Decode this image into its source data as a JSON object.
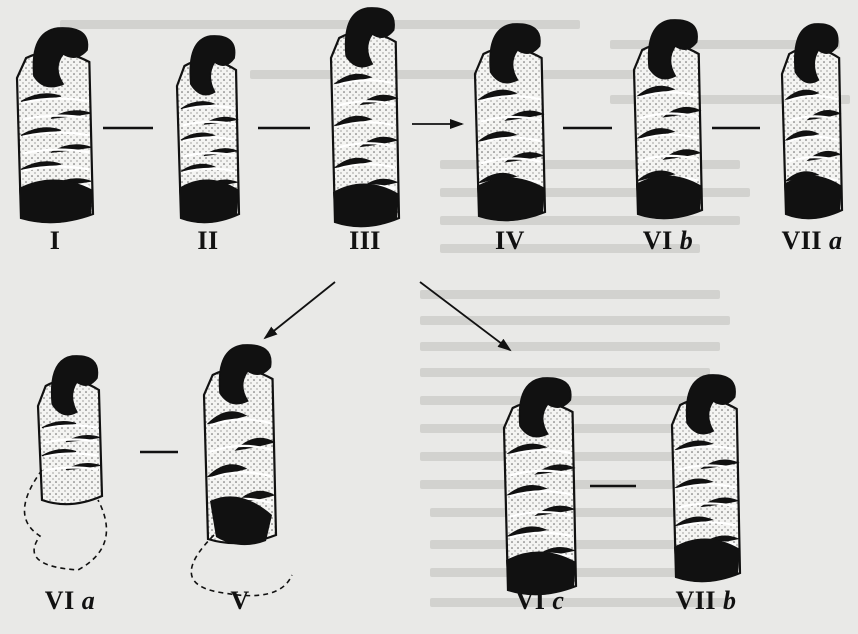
{
  "diagram": {
    "nodes": [
      {
        "id": "I",
        "numeral": "I",
        "suffix": ""
      },
      {
        "id": "II",
        "numeral": "II",
        "suffix": ""
      },
      {
        "id": "III",
        "numeral": "III",
        "suffix": ""
      },
      {
        "id": "IV",
        "numeral": "IV",
        "suffix": ""
      },
      {
        "id": "VIb",
        "numeral": "VI",
        "suffix": "b"
      },
      {
        "id": "VIIa",
        "numeral": "VII",
        "suffix": "a"
      },
      {
        "id": "VIa",
        "numeral": "VI",
        "suffix": "a"
      },
      {
        "id": "V",
        "numeral": "V",
        "suffix": ""
      },
      {
        "id": "VIc",
        "numeral": "VI",
        "suffix": "c"
      },
      {
        "id": "VIIb",
        "numeral": "VII",
        "suffix": "b"
      }
    ],
    "links": [
      {
        "from": "I",
        "to": "II",
        "kind": "line"
      },
      {
        "from": "II",
        "to": "III",
        "kind": "line"
      },
      {
        "from": "III",
        "to": "IV",
        "kind": "arrow"
      },
      {
        "from": "IV",
        "to": "VIb",
        "kind": "line"
      },
      {
        "from": "VIb",
        "to": "VIIa",
        "kind": "line"
      },
      {
        "from": "III",
        "to": "V",
        "kind": "arrow"
      },
      {
        "from": "III",
        "to": "VIc",
        "kind": "arrow"
      },
      {
        "from": "VIa",
        "to": "V",
        "kind": "line"
      },
      {
        "from": "VIc",
        "to": "VIIb",
        "kind": "line"
      }
    ]
  },
  "colors": {
    "background": "#e9e9e7",
    "ink": "#111111",
    "stipple_fill": "#f4f4f2",
    "bleed_through": "#d2d2cf"
  }
}
